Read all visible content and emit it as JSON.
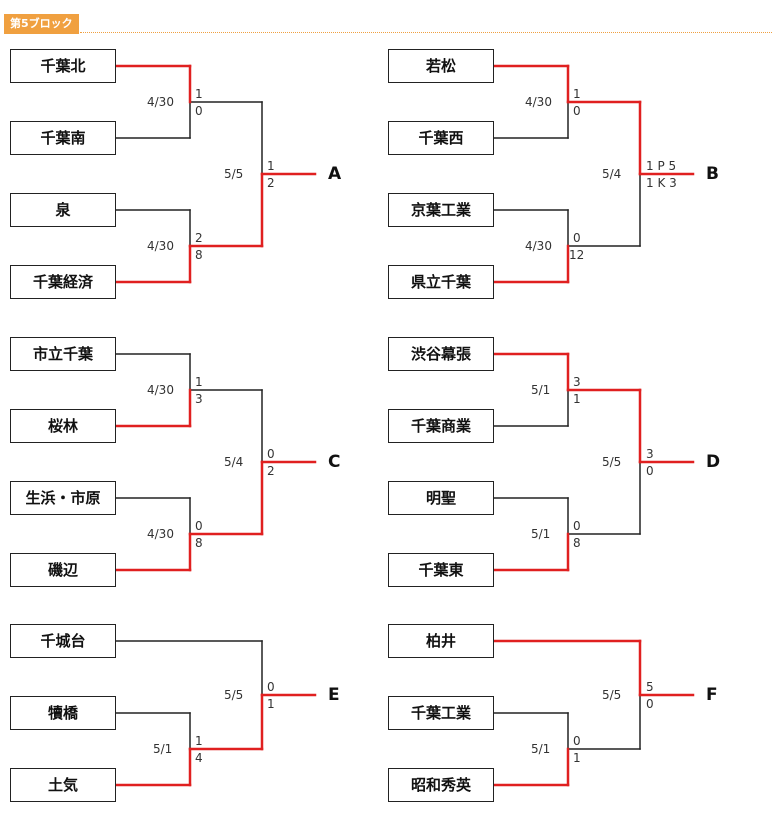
{
  "header": {
    "block_title": "第5ブロック"
  },
  "brackets": [
    {
      "result": "A",
      "teams": [
        "千葉北",
        "千葉南",
        "泉",
        "千葉経済"
      ],
      "top_match": {
        "date": "4/30",
        "scores": [
          "1",
          "0"
        ]
      },
      "bottom_match": {
        "date": "4/30",
        "scores": [
          "2",
          "8"
        ]
      },
      "final": {
        "date": "5/5",
        "scores": [
          "1",
          "2"
        ]
      }
    },
    {
      "result": "B",
      "teams": [
        "若松",
        "千葉西",
        "京葉工業",
        "県立千葉"
      ],
      "top_match": {
        "date": "4/30",
        "scores": [
          "1",
          "0"
        ]
      },
      "bottom_match": {
        "date": "4/30",
        "scores": [
          "0",
          "12"
        ]
      },
      "final": {
        "date": "5/4",
        "scores": [
          "1 P 5",
          "1 K 3"
        ]
      }
    },
    {
      "result": "C",
      "teams": [
        "市立千葉",
        "桜林",
        "生浜・市原",
        "磯辺"
      ],
      "top_match": {
        "date": "4/30",
        "scores": [
          "1",
          "3"
        ]
      },
      "bottom_match": {
        "date": "4/30",
        "scores": [
          "0",
          "8"
        ]
      },
      "final": {
        "date": "5/4",
        "scores": [
          "0",
          "2"
        ]
      }
    },
    {
      "result": "D",
      "teams": [
        "渋谷幕張",
        "千葉商業",
        "明聖",
        "千葉東"
      ],
      "top_match": {
        "date": "5/1",
        "scores": [
          "3",
          "1"
        ]
      },
      "bottom_match": {
        "date": "5/1",
        "scores": [
          "0",
          "8"
        ]
      },
      "final": {
        "date": "5/5",
        "scores": [
          "3",
          "0"
        ]
      }
    },
    {
      "result": "E",
      "teams": [
        "千城台",
        "犢橋",
        "土気"
      ],
      "bottom_match": {
        "date": "5/1",
        "scores": [
          "1",
          "4"
        ]
      },
      "final": {
        "date": "5/5",
        "scores": [
          "0",
          "1"
        ]
      }
    },
    {
      "result": "F",
      "teams": [
        "柏井",
        "千葉工業",
        "昭和秀英"
      ],
      "bottom_match": {
        "date": "5/1",
        "scores": [
          "0",
          "1"
        ]
      },
      "final": {
        "date": "5/5",
        "scores": [
          "5",
          "0"
        ]
      }
    }
  ]
}
